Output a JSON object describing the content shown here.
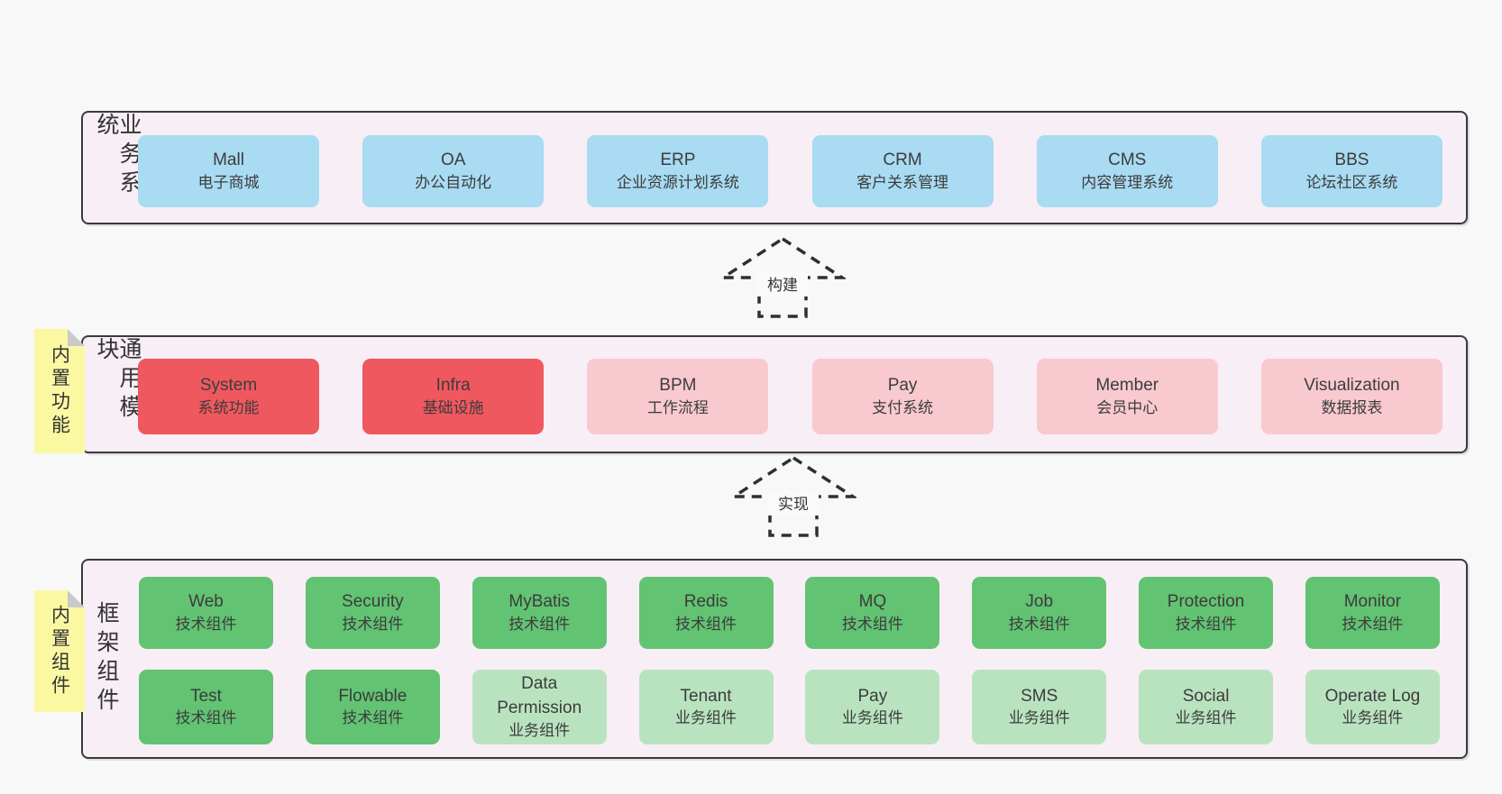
{
  "colors": {
    "page_bg": "#f8f8f8",
    "section_bg": "#f8eef5",
    "section_border": "#3a3a3a",
    "business_box": "#a9dbf2",
    "core_module_box": "#f0585f",
    "optional_module_box": "#f9c9d0",
    "tech_component_box": "#62c372",
    "biz_component_box": "#b9e3bf",
    "sticky_note": "#fbf8a2",
    "sticky_fold": "#c9c9c9"
  },
  "sections": {
    "business": {
      "label": "业务系统",
      "boxes": {
        "mall": {
          "en": "Mall",
          "zh": "电子商城"
        },
        "oa": {
          "en": "OA",
          "zh": "办公自动化"
        },
        "erp": {
          "en": "ERP",
          "zh": "企业资源计划系统"
        },
        "crm": {
          "en": "CRM",
          "zh": "客户关系管理"
        },
        "cms": {
          "en": "CMS",
          "zh": "内容管理系统"
        },
        "bbs": {
          "en": "BBS",
          "zh": "论坛社区系统"
        }
      }
    },
    "modules": {
      "label": "通用模块",
      "note": "内置功能",
      "boxes": {
        "system": {
          "en": "System",
          "zh": "系统功能"
        },
        "infra": {
          "en": "Infra",
          "zh": "基础设施"
        },
        "bpm": {
          "en": "BPM",
          "zh": "工作流程"
        },
        "pay": {
          "en": "Pay",
          "zh": "支付系统"
        },
        "member": {
          "en": "Member",
          "zh": "会员中心"
        },
        "visualization": {
          "en": "Visualization",
          "zh": "数据报表"
        }
      }
    },
    "framework": {
      "label": "框架组件",
      "note": "内置组件",
      "row1": {
        "web": {
          "en": "Web",
          "zh": "技术组件"
        },
        "security": {
          "en": "Security",
          "zh": "技术组件"
        },
        "mybatis": {
          "en": "MyBatis",
          "zh": "技术组件"
        },
        "redis": {
          "en": "Redis",
          "zh": "技术组件"
        },
        "mq": {
          "en": "MQ",
          "zh": "技术组件"
        },
        "job": {
          "en": "Job",
          "zh": "技术组件"
        },
        "protection": {
          "en": "Protection",
          "zh": "技术组件"
        },
        "monitor": {
          "en": "Monitor",
          "zh": "技术组件"
        }
      },
      "row2": {
        "test": {
          "en": "Test",
          "zh": "技术组件"
        },
        "flowable": {
          "en": "Flowable",
          "zh": "技术组件"
        },
        "data_permission": {
          "en": "Data Permission",
          "zh": "业务组件"
        },
        "tenant": {
          "en": "Tenant",
          "zh": "业务组件"
        },
        "pay": {
          "en": "Pay",
          "zh": "业务组件"
        },
        "sms": {
          "en": "SMS",
          "zh": "业务组件"
        },
        "social": {
          "en": "Social",
          "zh": "业务组件"
        },
        "operate_log": {
          "en": "Operate Log",
          "zh": "业务组件"
        }
      }
    }
  },
  "arrows": {
    "build": "构建",
    "implement": "实现"
  }
}
